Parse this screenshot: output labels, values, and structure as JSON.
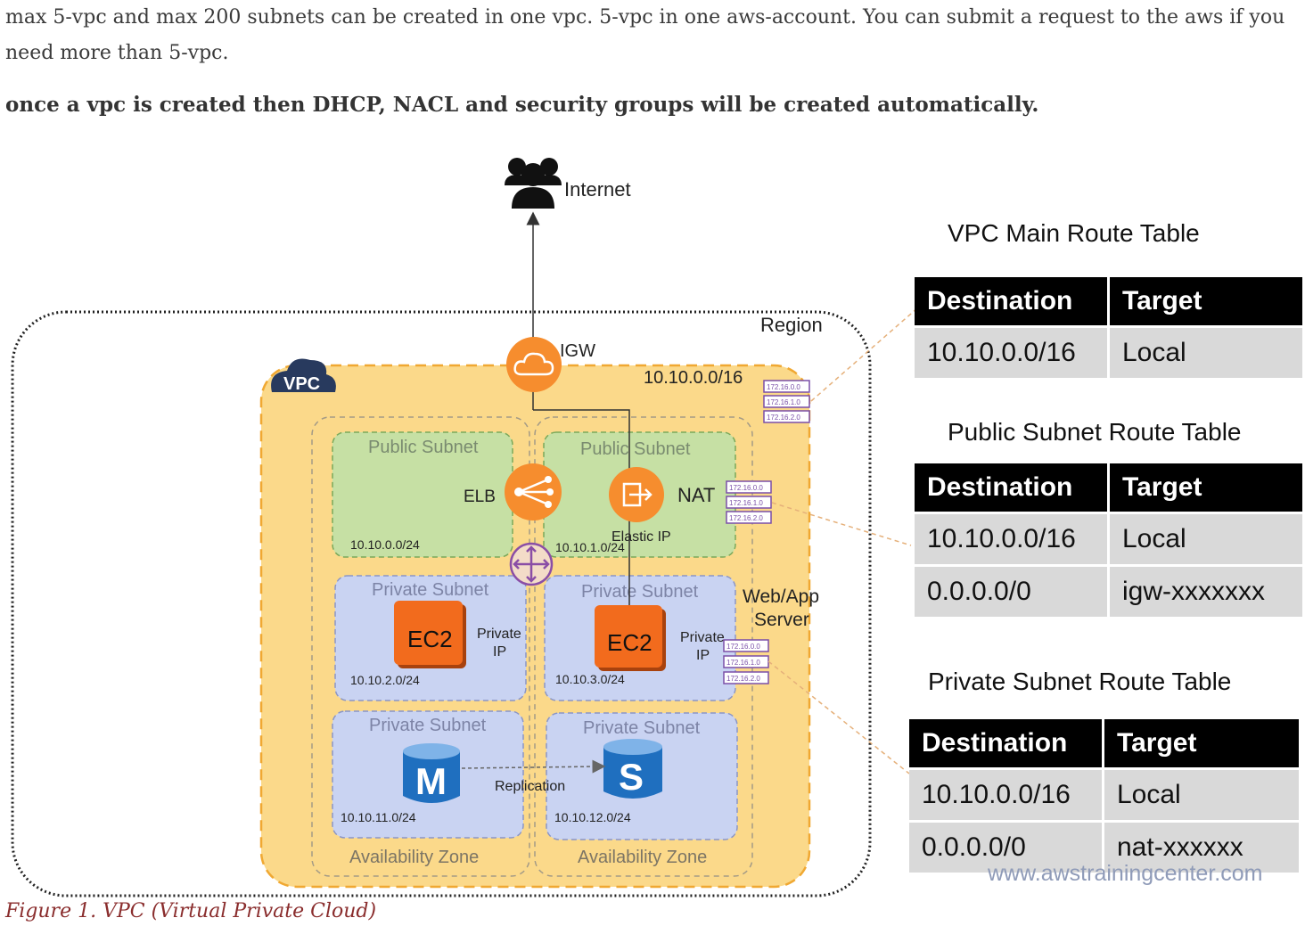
{
  "intro_text": "max 5-vpc and max 200 subnets can be created in one vpc. 5-vpc in one aws-account. You can submit a request to the aws if you need more than 5-vpc.",
  "bold_text": "once a vpc is created then DHCP, NACL and security groups will be created automatically.",
  "caption": "Figure 1. VPC (Virtual Private Cloud)",
  "diagram": {
    "internet_label": "Internet",
    "region_label": "Region",
    "vpc_badge": "VPC",
    "igw_label": "IGW",
    "vpc_cidr": "10.10.0.0/16",
    "elb_label": "ELB",
    "nat_label": "NAT",
    "elastic_ip_label": "Elastic IP",
    "web_app_label_1": "Web/App",
    "web_app_label_2": "Server",
    "replication_label": "Replication",
    "ec2_label": "EC2",
    "private_ip_1": "Private",
    "private_ip_2": "IP",
    "db_master": "M",
    "db_slave": "S",
    "az_label": "Availability Zone",
    "public_subnet": "Public Subnet",
    "private_subnet": "Private Subnet",
    "subnets": {
      "pub1": "10.10.0.0/24",
      "pub2": "10.10.1.0/24",
      "priv1": "10.10.2.0/24",
      "priv2": "10.10.3.0/24",
      "db1": "10.10.11.0/24",
      "db2": "10.10.12.0/24"
    },
    "route_chips": [
      "172.16.0.0",
      "172.16.1.0",
      "172.16.2.0"
    ]
  },
  "route_tables": {
    "main": {
      "title": "VPC Main Route Table",
      "headers": [
        "Destination",
        "Target"
      ],
      "rows": [
        [
          "10.10.0.0/16",
          "Local"
        ]
      ]
    },
    "public": {
      "title": "Public Subnet Route Table",
      "headers": [
        "Destination",
        "Target"
      ],
      "rows": [
        [
          "10.10.0.0/16",
          "Local"
        ],
        [
          "0.0.0.0/0",
          "igw-xxxxxxx"
        ]
      ]
    },
    "private": {
      "title": "Private Subnet Route Table",
      "headers": [
        "Destination",
        "Target"
      ],
      "rows": [
        [
          "10.10.0.0/16",
          "Local"
        ],
        [
          "0.0.0.0/0",
          "nat-xxxxxx"
        ]
      ]
    }
  },
  "watermark": "www.awstrainingcenter.com",
  "colors": {
    "vpc_fill": "#fbd98a",
    "vpc_border": "#f0a832",
    "public_subnet": "#c6e0a4",
    "private_subnet": "#c9d3f2",
    "aws_orange": "#f68d2e",
    "ec2_orange": "#f26b1d",
    "db_blue": "#1f6fbf",
    "caption": "#8a2d2d"
  }
}
